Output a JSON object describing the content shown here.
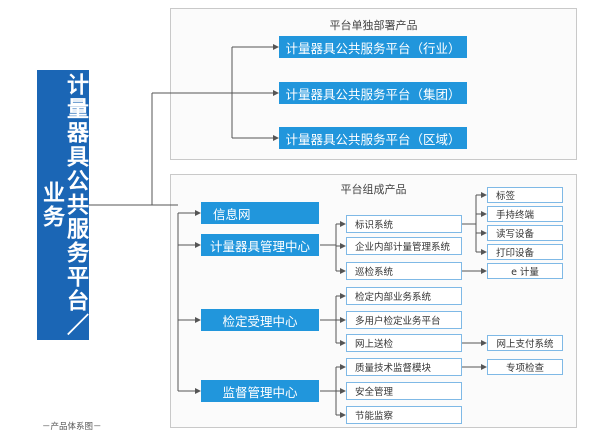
{
  "main_label": "计量器具公共服务平台／业务",
  "top_group": {
    "title": "平台单独部署产品",
    "items": [
      "计量器具公共服务平台（行业）",
      "计量器具公共服务平台（集团）",
      "计量器具公共服务平台（区域）"
    ]
  },
  "bottom_group": {
    "title": "平台组成产品",
    "info_net": "信息网",
    "mgmt_center": "计量器具管理中心",
    "mgmt_children": [
      "标识系统",
      "企业内部计量管理系统",
      "巡检系统"
    ],
    "id_children": [
      "标签",
      "手持终端",
      "读写设备",
      "打印设备"
    ],
    "inspect_child": "e 计量",
    "verify_center": "检定受理中心",
    "verify_children": [
      "检定内部业务系统",
      "多用户检定业务平台",
      "网上送检"
    ],
    "online_child": "网上支付系统",
    "supervise_center": "监督管理中心",
    "supervise_children": [
      "质量技术监督模块",
      "安全管理",
      "节能监察"
    ],
    "quality_child": "专项检查"
  },
  "caption": "－产品体系图－",
  "colors": {
    "main": "#1b66b5",
    "box": "#2196dc",
    "border": "#7fb9e6",
    "line": "#555555"
  }
}
